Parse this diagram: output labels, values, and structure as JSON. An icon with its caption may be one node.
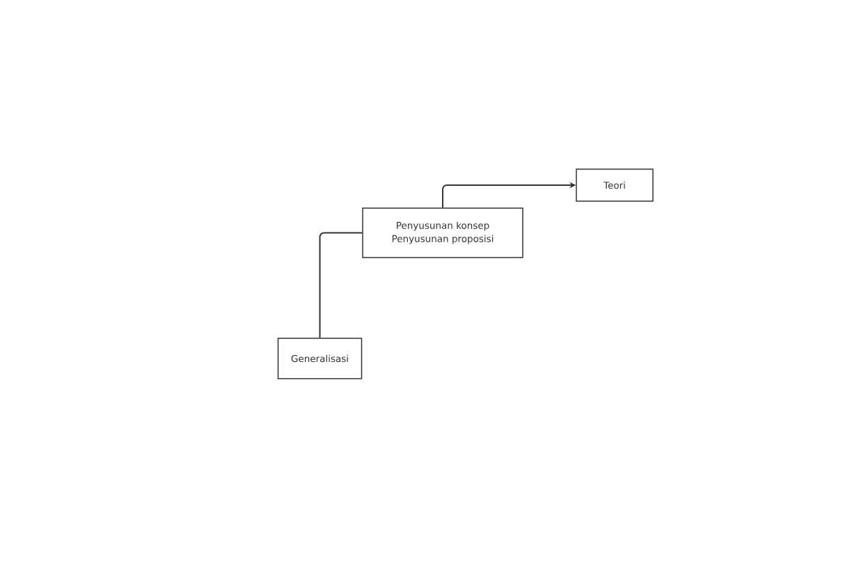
{
  "diagram": {
    "nodes": [
      {
        "text": [
          "Generalisasi"
        ]
      },
      {
        "text": [
          "Penyusunan konsep",
          "Penyusunan proposisi"
        ]
      },
      {
        "text": [
          "Teori"
        ]
      }
    ],
    "edges": [
      {
        "from": 0,
        "to": 1,
        "arrow": "none"
      },
      {
        "from": 1,
        "to": 2,
        "arrow": "to"
      }
    ]
  }
}
